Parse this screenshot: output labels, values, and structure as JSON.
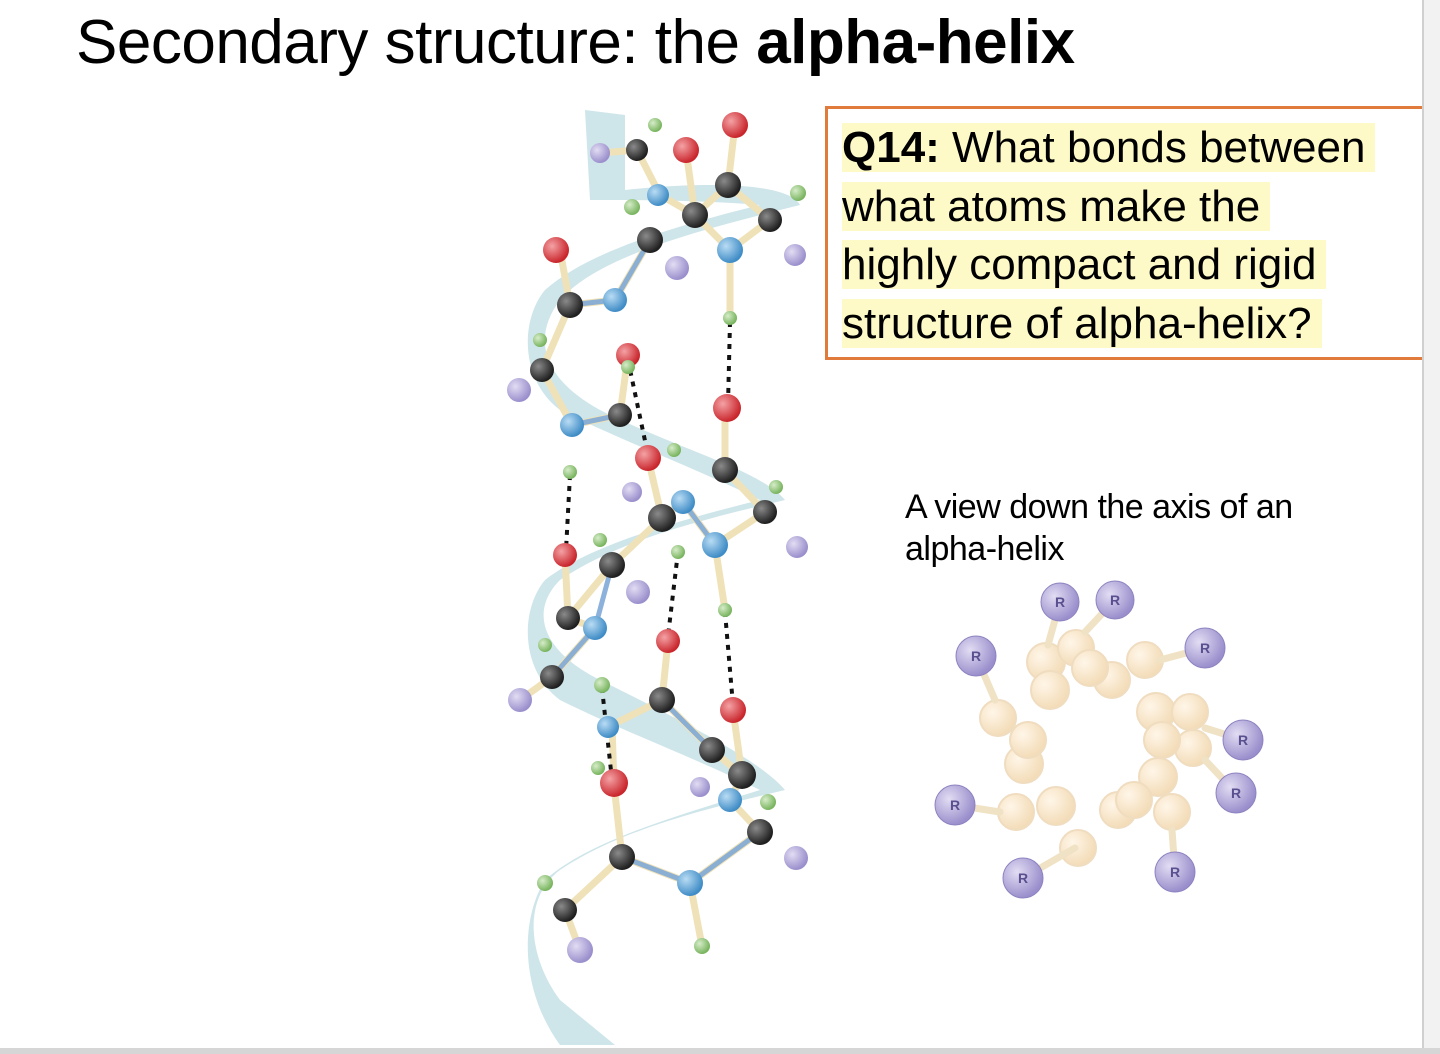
{
  "slide": {
    "title_normal": "Secondary structure: the ",
    "title_bold": "alpha-helix",
    "question": {
      "label": "Q14:",
      "line1": " What bonds between",
      "line2": "what atoms make the",
      "line3": "highly compact and rigid",
      "line4": "structure of alpha-helix?"
    },
    "caption": "A view down the axis of an alpha-helix",
    "r_group_label": "R"
  },
  "colors": {
    "ribbon": "#b7d7de",
    "carbon": "#2b2b2b",
    "nitrogen": "#5aa4d8",
    "oxygen": "#d9393f",
    "hydrogen": "#8fc57a",
    "r_group": "#b3aad8",
    "backbone_top_view": "#fbe6c8",
    "question_border": "#e07b3c",
    "highlight": "#fdfac8"
  }
}
